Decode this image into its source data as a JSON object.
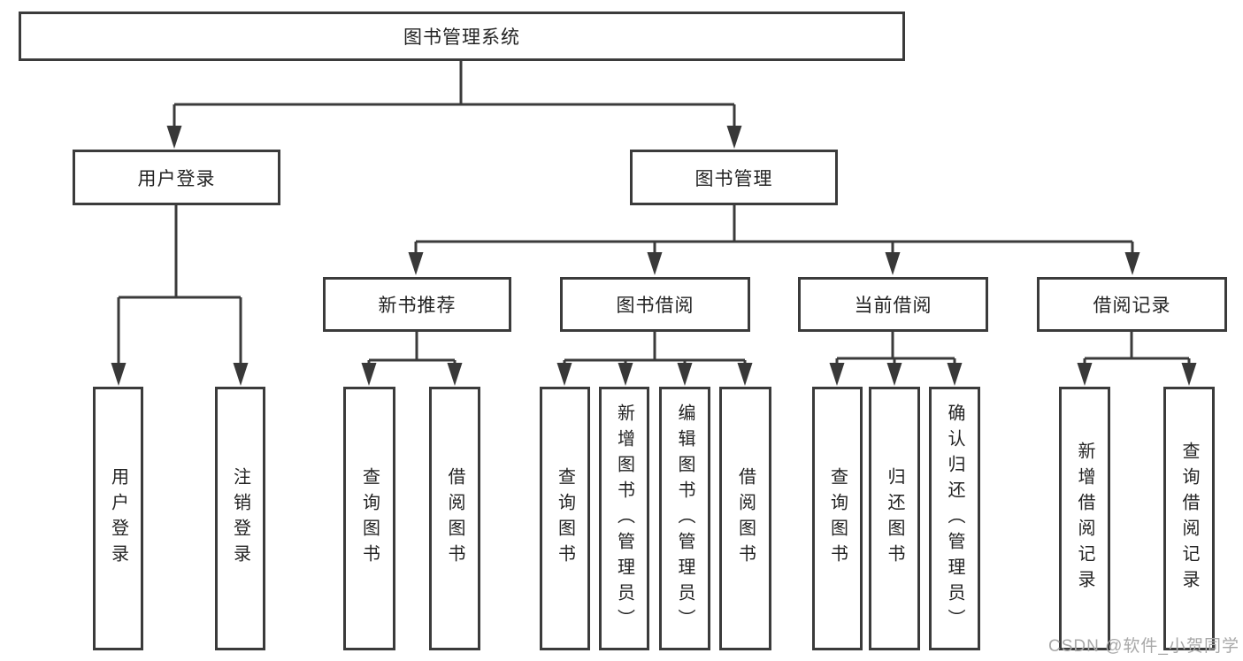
{
  "diagram": {
    "root": {
      "label": "图书管理系统"
    },
    "branches": [
      {
        "label": "用户登录",
        "leaves": [
          {
            "label": "用户登录"
          },
          {
            "label": "注销登录"
          }
        ]
      },
      {
        "label": "图书管理",
        "groups": [
          {
            "label": "新书推荐",
            "leaves": [
              {
                "label": "查询图书"
              },
              {
                "label": "借阅图书"
              }
            ]
          },
          {
            "label": "图书借阅",
            "leaves": [
              {
                "label": "查询图书"
              },
              {
                "label": "新增图书（管理员）"
              },
              {
                "label": "编辑图书（管理员）"
              },
              {
                "label": "借阅图书"
              }
            ]
          },
          {
            "label": "当前借阅",
            "leaves": [
              {
                "label": "查询图书"
              },
              {
                "label": "归还图书"
              },
              {
                "label": "确认归还（管理员）"
              }
            ]
          },
          {
            "label": "借阅记录",
            "leaves": [
              {
                "label": "新增借阅记录"
              },
              {
                "label": "查询借阅记录"
              }
            ]
          }
        ]
      }
    ]
  },
  "watermark": {
    "text": "CSDN @软件_小贺同学"
  },
  "colors": {
    "line": "#3b3b3b",
    "box_border": "#3b3b3b",
    "text": "#232323",
    "watermark": "#a8a8a8",
    "background": "#ffffff"
  }
}
